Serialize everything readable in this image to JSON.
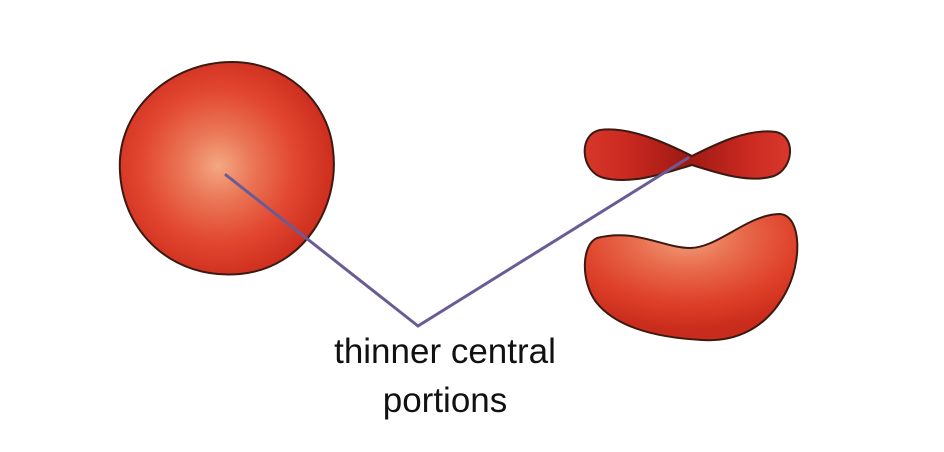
{
  "label": {
    "line1": "thinner central",
    "line2": "portions"
  },
  "colors": {
    "cell_center": "#f2a27a",
    "cell_mid": "#e34a30",
    "cell_edge": "#cc2d1e",
    "cell_dark": "#a41d14",
    "outline": "#3a1a12",
    "pointer_line": "#6b5b95",
    "text": "#111111"
  },
  "icons": [
    "red-blood-cell-face-view",
    "red-blood-cell-side-view",
    "red-blood-cell-cut-view"
  ]
}
